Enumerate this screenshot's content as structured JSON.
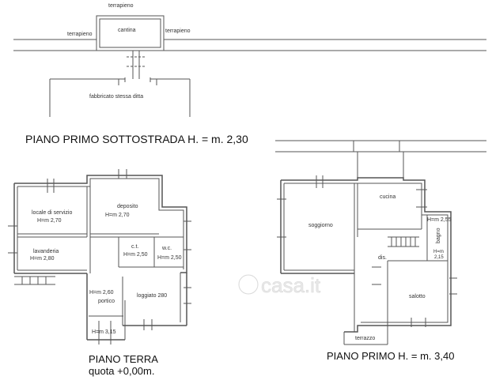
{
  "sottostrada": {
    "terrapieno_top": "terrapieno",
    "terrapieno_left": "terrapieno",
    "terrapieno_right": "terrapieno",
    "cantina": "cantina",
    "fabbricato": "fabbricato stessa ditta",
    "title": "PIANO PRIMO SOTTOSTRADA H. = m. 2,30"
  },
  "terra": {
    "locale_servizio": "locale di servizio",
    "locale_servizio_h": "H=m 2,70",
    "deposito": "deposito",
    "deposito_h": "H=m 2,70",
    "lavanderia": "lavanderia",
    "lavanderia_h": "H=m 2,80",
    "ct": "c.t.",
    "ct_h": "H=m 2,50",
    "wc": "w.c.",
    "wc_h": "H=m 2,50",
    "portico_h": "H=m 2,60",
    "portico": "portico",
    "loggiato": "loggiato 280",
    "small_h": "H=m 3,15",
    "title": "PIANO TERRA",
    "subtitle": "quota +0,00m."
  },
  "primo": {
    "cucina": "cucina",
    "soggiorno": "soggiorno",
    "h255": "H=m 2,55",
    "bagno": "bagno",
    "h215_a": "H=m",
    "h215_b": "2,15",
    "dis": "dis.",
    "salotto": "salotto",
    "terrazzo": "terrazzo",
    "title": "PIANO PRIMO H. = m. 3,40"
  },
  "watermark": "casa.it"
}
